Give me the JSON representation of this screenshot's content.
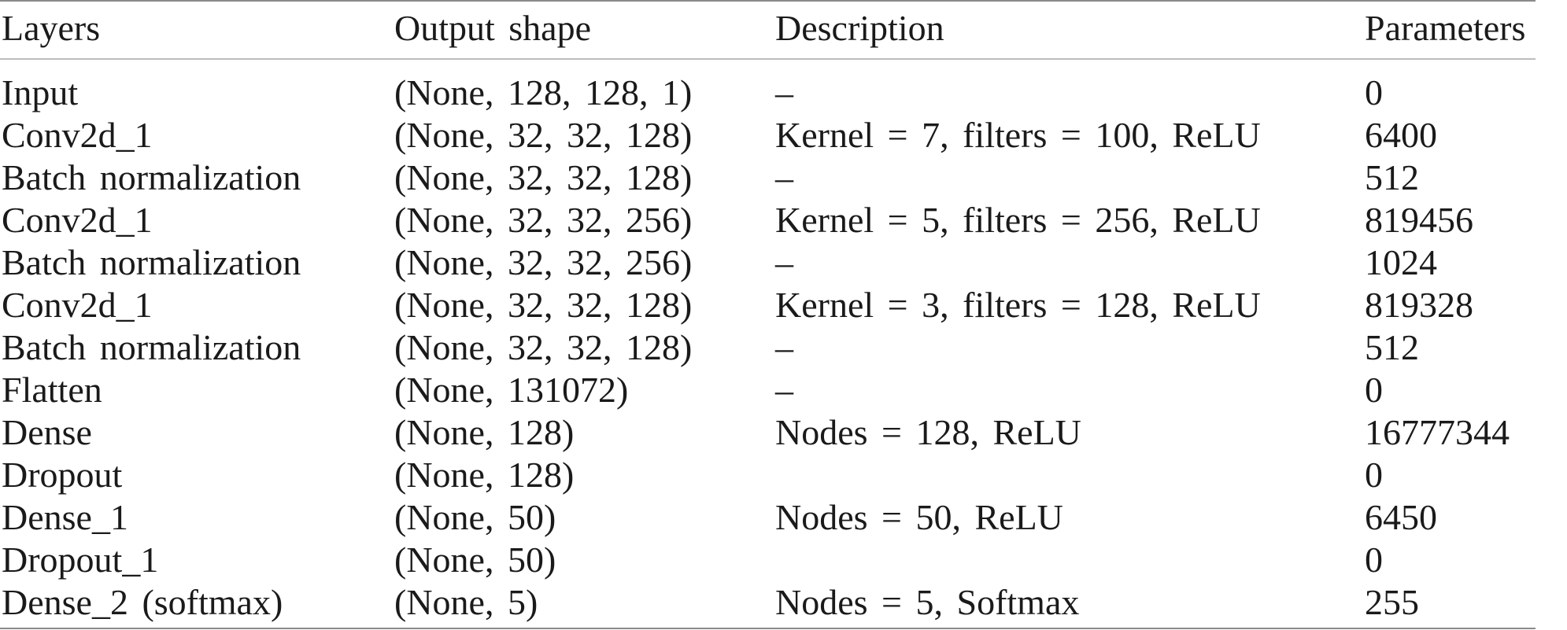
{
  "table": {
    "headers": [
      "Layers",
      "Output shape",
      "Description",
      "Parameters"
    ],
    "rows": [
      {
        "layer": "Input",
        "output_shape": "(None, 128, 128, 1)",
        "description": "–",
        "parameters": "0"
      },
      {
        "layer": "Conv2d_1",
        "output_shape": "(None, 32, 32, 128)",
        "description": "Kernel = 7, filters = 100, ReLU",
        "parameters": "6400"
      },
      {
        "layer": "Batch normalization",
        "output_shape": "(None, 32, 32, 128)",
        "description": "–",
        "parameters": "512"
      },
      {
        "layer": "Conv2d_1",
        "output_shape": "(None, 32, 32, 256)",
        "description": "Kernel = 5, filters = 256, ReLU",
        "parameters": "819456"
      },
      {
        "layer": "Batch normalization",
        "output_shape": "(None, 32, 32, 256)",
        "description": "–",
        "parameters": "1024"
      },
      {
        "layer": "Conv2d_1",
        "output_shape": "(None, 32, 32, 128)",
        "description": "Kernel = 3, filters = 128, ReLU",
        "parameters": "819328"
      },
      {
        "layer": "Batch normalization",
        "output_shape": "(None, 32, 32, 128)",
        "description": "–",
        "parameters": "512"
      },
      {
        "layer": "Flatten",
        "output_shape": "(None, 131072)",
        "description": "–",
        "parameters": "0"
      },
      {
        "layer": "Dense",
        "output_shape": "(None, 128)",
        "description": "Nodes = 128, ReLU",
        "parameters": "16777344"
      },
      {
        "layer": "Dropout",
        "output_shape": "(None, 128)",
        "description": "",
        "parameters": "0"
      },
      {
        "layer": "Dense_1",
        "output_shape": "(None, 50)",
        "description": "Nodes = 50, ReLU",
        "parameters": "6450"
      },
      {
        "layer": "Dropout_1",
        "output_shape": "(None, 50)",
        "description": "",
        "parameters": "0"
      },
      {
        "layer": "Dense_2 (softmax)",
        "output_shape": "(None, 5)",
        "description": "Nodes = 5, Softmax",
        "parameters": "255"
      }
    ]
  },
  "colors": {
    "text": "#1a1a1a",
    "outer_rule": "#8a8a8a",
    "header_rule": "#bdbdbd",
    "background": "#ffffff"
  }
}
